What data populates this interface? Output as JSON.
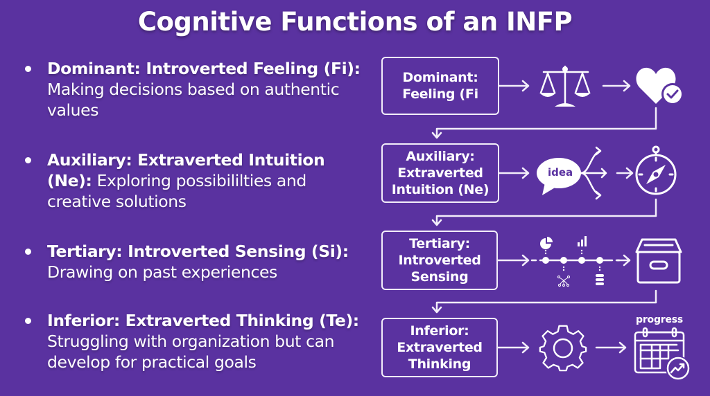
{
  "title": "Cognitive Functions of an INFP",
  "bullets": [
    {
      "label": "Dominant: Introverted Feeling (Fi):",
      "description": "Making decisions based on authentic values"
    },
    {
      "label": "Auxiliary: Extraverted Intuition (Ne):",
      "description": "Exploring possibililties and creative solutions"
    },
    {
      "label": "Tertiary: Introverted Sensing (Si):",
      "description": "Drawing on past experiences"
    },
    {
      "label": "Inferior: Extraverted Thinking (Te):",
      "description": "Struggling with organization but can develop for practical goals"
    }
  ],
  "flow": {
    "boxes": [
      {
        "line1": "Dominant:",
        "line2": "Feeling (Fi",
        "line3": ""
      },
      {
        "line1": "Auxiliary:",
        "line2": "Extraverted",
        "line3": "Intuition (Ne)"
      },
      {
        "line1": "Tertiary:",
        "line2": "Introverted",
        "line3": "Sensing"
      },
      {
        "line1": "Inferior:",
        "line2": "Extraverted",
        "line3": "Thinking"
      }
    ],
    "icons": [
      [
        "scales-icon",
        "heart-check-icon"
      ],
      [
        "idea-speech-bubble-icon",
        "compass-icon"
      ],
      [
        "timeline-data-icon",
        "archive-box-icon"
      ],
      [
        "gear-icon",
        "calendar-progress-icon"
      ]
    ],
    "idea_label": "idea",
    "progress_label": "progress"
  },
  "colors": {
    "background": "#5a32a0",
    "foreground": "#ffffff"
  }
}
